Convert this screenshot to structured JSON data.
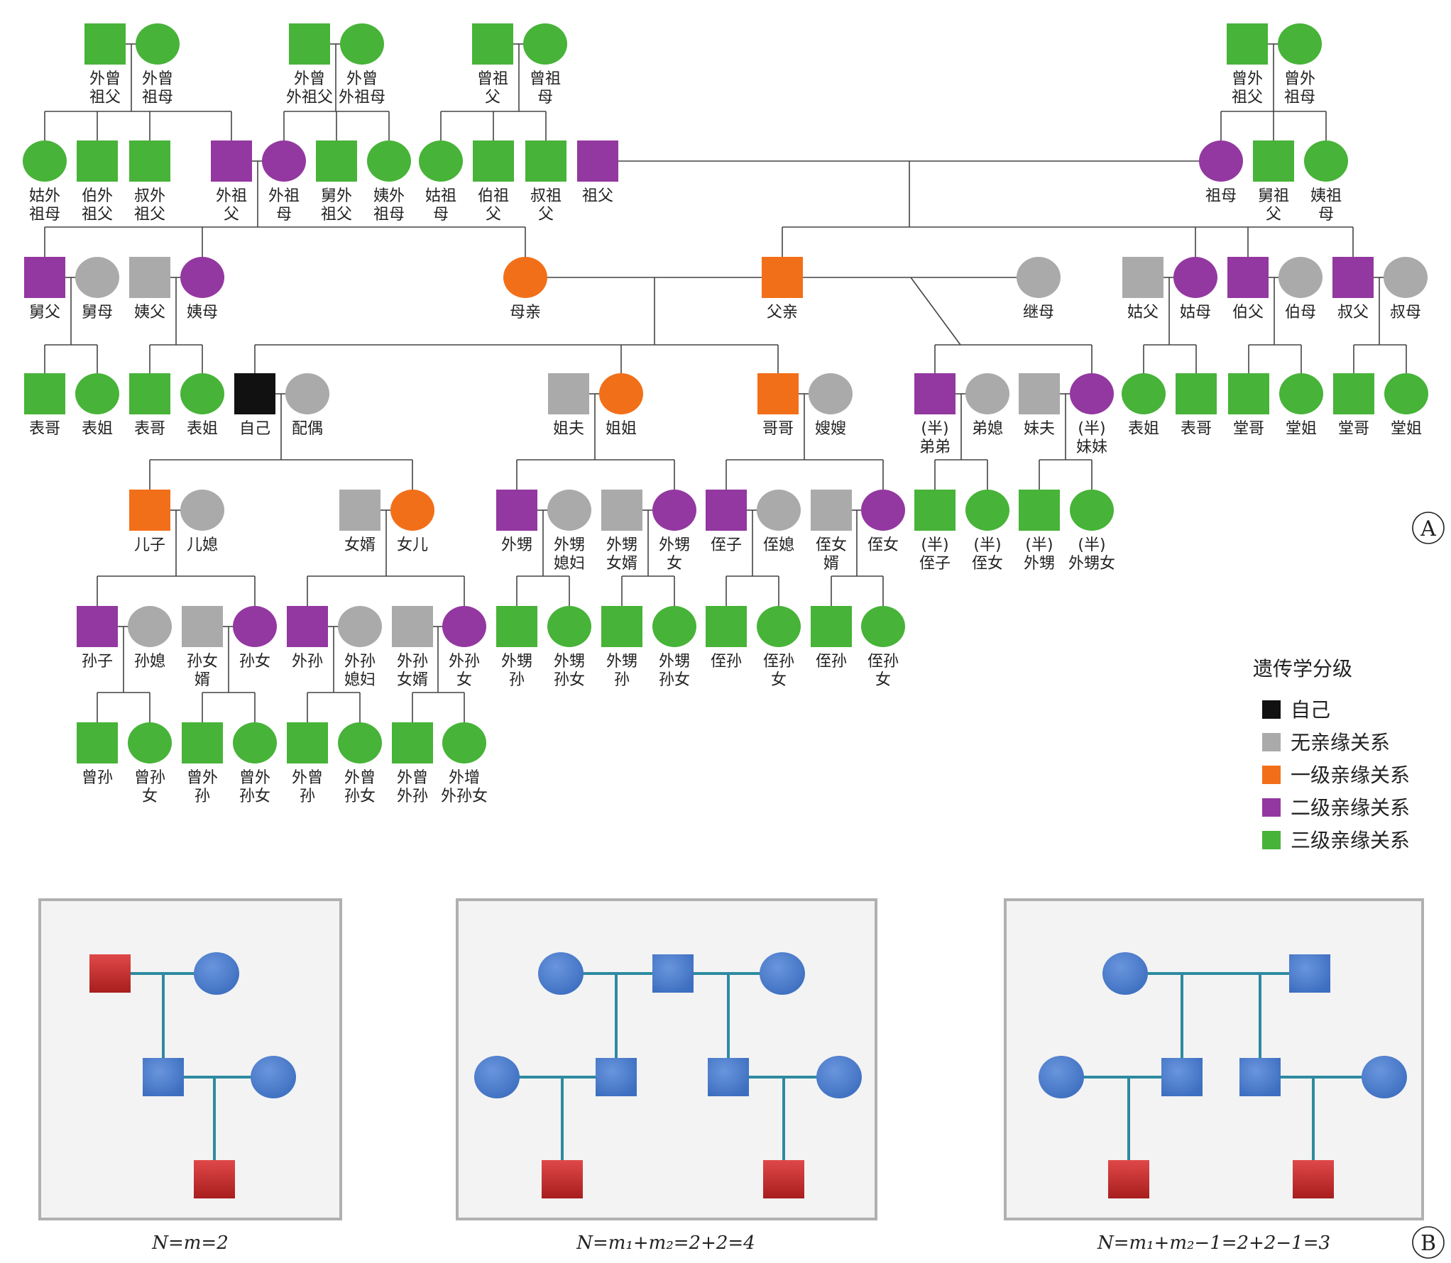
{
  "colors": {
    "self": "#111111",
    "unrelated": "#aaaaaa",
    "first": "#f26f19",
    "second": "#9338a0",
    "third": "#47b338",
    "blue": "#3d6fc0",
    "red": "#c92a2a",
    "teal": "#2d8aa0"
  },
  "panel_labels": {
    "a": "A",
    "b": "B"
  },
  "legend": {
    "title": "遗传学分级",
    "items": [
      {
        "key": "self",
        "label": "自己"
      },
      {
        "key": "unrelated",
        "label": "无亲缘关系"
      },
      {
        "key": "first",
        "label": "一级亲缘关系"
      },
      {
        "key": "second",
        "label": "二级亲缘关系"
      },
      {
        "key": "third",
        "label": "三级亲缘关系"
      }
    ]
  },
  "pedigree_nodes": [
    {
      "id": "wzzf",
      "shape": "square",
      "color": "third",
      "label": [
        "外曾",
        "祖父"
      ]
    },
    {
      "id": "wzzm",
      "shape": "circle",
      "color": "third",
      "label": [
        "外曾",
        "祖母"
      ]
    },
    {
      "id": "wzwzf",
      "shape": "square",
      "color": "third",
      "label": [
        "外曾",
        "外祖父"
      ]
    },
    {
      "id": "wzwzm",
      "shape": "circle",
      "color": "third",
      "label": [
        "外曾",
        "外祖母"
      ]
    },
    {
      "id": "zzf",
      "shape": "square",
      "color": "third",
      "label": [
        "曾祖",
        "父"
      ]
    },
    {
      "id": "zzm",
      "shape": "circle",
      "color": "third",
      "label": [
        "曾祖",
        "母"
      ]
    },
    {
      "id": "zwzf",
      "shape": "square",
      "color": "third",
      "label": [
        "曾外",
        "祖父"
      ]
    },
    {
      "id": "zwzm",
      "shape": "circle",
      "color": "third",
      "label": [
        "曾外",
        "祖母"
      ]
    },
    {
      "id": "gwzm",
      "shape": "circle",
      "color": "third",
      "label": [
        "姑外",
        "祖母"
      ]
    },
    {
      "id": "bwzf",
      "shape": "square",
      "color": "third",
      "label": [
        "伯外",
        "祖父"
      ]
    },
    {
      "id": "swzf",
      "shape": "square",
      "color": "third",
      "label": [
        "叔外",
        "祖父"
      ]
    },
    {
      "id": "wzf",
      "shape": "square",
      "color": "second",
      "label": [
        "外祖",
        "父"
      ]
    },
    {
      "id": "wzm",
      "shape": "circle",
      "color": "second",
      "label": [
        "外祖",
        "母"
      ]
    },
    {
      "id": "jwzf",
      "shape": "square",
      "color": "third",
      "label": [
        "舅外",
        "祖父"
      ]
    },
    {
      "id": "ywzm",
      "shape": "circle",
      "color": "third",
      "label": [
        "姨外",
        "祖母"
      ]
    },
    {
      "id": "gzm",
      "shape": "circle",
      "color": "third",
      "label": [
        "姑祖",
        "母"
      ]
    },
    {
      "id": "bzf",
      "shape": "square",
      "color": "third",
      "label": [
        "伯祖",
        "父"
      ]
    },
    {
      "id": "szf",
      "shape": "square",
      "color": "third",
      "label": [
        "叔祖",
        "父"
      ]
    },
    {
      "id": "zf",
      "shape": "square",
      "color": "second",
      "label": [
        "祖父"
      ]
    },
    {
      "id": "zm",
      "shape": "circle",
      "color": "second",
      "label": [
        "祖母"
      ]
    },
    {
      "id": "jzf",
      "shape": "square",
      "color": "third",
      "label": [
        "舅祖",
        "父"
      ]
    },
    {
      "id": "yzm",
      "shape": "circle",
      "color": "third",
      "label": [
        "姨祖",
        "母"
      ]
    },
    {
      "id": "jiufu",
      "shape": "square",
      "color": "second",
      "label": [
        "舅父"
      ]
    },
    {
      "id": "jiumu",
      "shape": "circle",
      "color": "unrelated",
      "label": [
        "舅母"
      ]
    },
    {
      "id": "yifu",
      "shape": "square",
      "color": "unrelated",
      "label": [
        "姨父"
      ]
    },
    {
      "id": "yimu",
      "shape": "circle",
      "color": "second",
      "label": [
        "姨母"
      ]
    },
    {
      "id": "muqin",
      "shape": "circle",
      "color": "first",
      "label": [
        "母亲"
      ]
    },
    {
      "id": "fuqin",
      "shape": "square",
      "color": "first",
      "label": [
        "父亲"
      ]
    },
    {
      "id": "jimu",
      "shape": "circle",
      "color": "unrelated",
      "label": [
        "继母"
      ]
    },
    {
      "id": "gufu",
      "shape": "square",
      "color": "unrelated",
      "label": [
        "姑父"
      ]
    },
    {
      "id": "gumu",
      "shape": "circle",
      "color": "second",
      "label": [
        "姑母"
      ]
    },
    {
      "id": "bofu",
      "shape": "square",
      "color": "second",
      "label": [
        "伯父"
      ]
    },
    {
      "id": "bomu",
      "shape": "circle",
      "color": "unrelated",
      "label": [
        "伯母"
      ]
    },
    {
      "id": "shufu",
      "shape": "square",
      "color": "second",
      "label": [
        "叔父"
      ]
    },
    {
      "id": "shumu",
      "shape": "circle",
      "color": "unrelated",
      "label": [
        "叔母"
      ]
    },
    {
      "id": "bg1",
      "shape": "square",
      "color": "third",
      "label": [
        "表哥"
      ]
    },
    {
      "id": "bj1",
      "shape": "circle",
      "color": "third",
      "label": [
        "表姐"
      ]
    },
    {
      "id": "bg2",
      "shape": "square",
      "color": "third",
      "label": [
        "表哥"
      ]
    },
    {
      "id": "bj2",
      "shape": "circle",
      "color": "third",
      "label": [
        "表姐"
      ]
    },
    {
      "id": "ziji",
      "shape": "square",
      "color": "self",
      "label": [
        "自己"
      ]
    },
    {
      "id": "peiou",
      "shape": "circle",
      "color": "unrelated",
      "label": [
        "配偶"
      ]
    },
    {
      "id": "jiefu",
      "shape": "square",
      "color": "unrelated",
      "label": [
        "姐夫"
      ]
    },
    {
      "id": "jiejie",
      "shape": "circle",
      "color": "first",
      "label": [
        "姐姐"
      ]
    },
    {
      "id": "gege",
      "shape": "square",
      "color": "first",
      "label": [
        "哥哥"
      ]
    },
    {
      "id": "saosao",
      "shape": "circle",
      "color": "unrelated",
      "label": [
        "嫂嫂"
      ]
    },
    {
      "id": "didi",
      "shape": "square",
      "color": "second",
      "label": [
        "(半)",
        "弟弟"
      ]
    },
    {
      "id": "dixi",
      "shape": "circle",
      "color": "unrelated",
      "label": [
        "弟媳"
      ]
    },
    {
      "id": "meifu",
      "shape": "square",
      "color": "unrelated",
      "label": [
        "妹夫"
      ]
    },
    {
      "id": "meimei",
      "shape": "circle",
      "color": "second",
      "label": [
        "(半)",
        "妹妹"
      ]
    },
    {
      "id": "bj3",
      "shape": "circle",
      "color": "third",
      "label": [
        "表姐"
      ]
    },
    {
      "id": "bg3",
      "shape": "square",
      "color": "third",
      "label": [
        "表哥"
      ]
    },
    {
      "id": "tg1",
      "shape": "square",
      "color": "third",
      "label": [
        "堂哥"
      ]
    },
    {
      "id": "tj1",
      "shape": "circle",
      "color": "third",
      "label": [
        "堂姐"
      ]
    },
    {
      "id": "tg2",
      "shape": "square",
      "color": "third",
      "label": [
        "堂哥"
      ]
    },
    {
      "id": "tj2",
      "shape": "circle",
      "color": "third",
      "label": [
        "堂姐"
      ]
    },
    {
      "id": "erzi",
      "shape": "square",
      "color": "first",
      "label": [
        "儿子"
      ]
    },
    {
      "id": "erxi",
      "shape": "circle",
      "color": "unrelated",
      "label": [
        "儿媳"
      ]
    },
    {
      "id": "nvxu",
      "shape": "square",
      "color": "unrelated",
      "label": [
        "女婿"
      ]
    },
    {
      "id": "nver",
      "shape": "circle",
      "color": "first",
      "label": [
        "女儿"
      ]
    },
    {
      "id": "wsh",
      "shape": "square",
      "color": "second",
      "label": [
        "外甥"
      ]
    },
    {
      "id": "wshxf",
      "shape": "circle",
      "color": "unrelated",
      "label": [
        "外甥",
        "媳妇"
      ]
    },
    {
      "id": "wshnx",
      "shape": "square",
      "color": "unrelated",
      "label": [
        "外甥",
        "女婿"
      ]
    },
    {
      "id": "wshn",
      "shape": "circle",
      "color": "second",
      "label": [
        "外甥",
        "女"
      ]
    },
    {
      "id": "zhizi",
      "shape": "square",
      "color": "second",
      "label": [
        "侄子"
      ]
    },
    {
      "id": "zhixi",
      "shape": "circle",
      "color": "unrelated",
      "label": [
        "侄媳"
      ]
    },
    {
      "id": "zhinx",
      "shape": "square",
      "color": "unrelated",
      "label": [
        "侄女",
        "婿"
      ]
    },
    {
      "id": "zhinv",
      "shape": "circle",
      "color": "second",
      "label": [
        "侄女"
      ]
    },
    {
      "id": "bzz",
      "shape": "square",
      "color": "third",
      "label": [
        "(半)",
        "侄子"
      ]
    },
    {
      "id": "bzn",
      "shape": "circle",
      "color": "third",
      "label": [
        "(半)",
        "侄女"
      ]
    },
    {
      "id": "bws",
      "shape": "square",
      "color": "third",
      "label": [
        "(半)",
        "外甥"
      ]
    },
    {
      "id": "bwsn",
      "shape": "circle",
      "color": "third",
      "label": [
        "(半)",
        "外甥女"
      ]
    },
    {
      "id": "sunzi",
      "shape": "square",
      "color": "second",
      "label": [
        "孙子"
      ]
    },
    {
      "id": "sunxi",
      "shape": "circle",
      "color": "unrelated",
      "label": [
        "孙媳"
      ]
    },
    {
      "id": "sunnx",
      "shape": "square",
      "color": "unrelated",
      "label": [
        "孙女",
        "婿"
      ]
    },
    {
      "id": "sunnv",
      "shape": "circle",
      "color": "second",
      "label": [
        "孙女"
      ]
    },
    {
      "id": "waisun",
      "shape": "square",
      "color": "second",
      "label": [
        "外孙"
      ]
    },
    {
      "id": "wsxf",
      "shape": "circle",
      "color": "unrelated",
      "label": [
        "外孙",
        "媳妇"
      ]
    },
    {
      "id": "wsnx",
      "shape": "square",
      "color": "unrelated",
      "label": [
        "外孙",
        "女婿"
      ]
    },
    {
      "id": "wsn",
      "shape": "circle",
      "color": "second",
      "label": [
        "外孙",
        "女"
      ]
    },
    {
      "id": "wss",
      "shape": "square",
      "color": "third",
      "label": [
        "外甥",
        "孙"
      ]
    },
    {
      "id": "wssn",
      "shape": "circle",
      "color": "third",
      "label": [
        "外甥",
        "孙女"
      ]
    },
    {
      "id": "wss2",
      "shape": "square",
      "color": "third",
      "label": [
        "外甥",
        "孙"
      ]
    },
    {
      "id": "wssn2",
      "shape": "circle",
      "color": "third",
      "label": [
        "外甥",
        "孙女"
      ]
    },
    {
      "id": "zs1",
      "shape": "square",
      "color": "third",
      "label": [
        "侄孙"
      ]
    },
    {
      "id": "zsn1",
      "shape": "circle",
      "color": "third",
      "label": [
        "侄孙",
        "女"
      ]
    },
    {
      "id": "zs2",
      "shape": "square",
      "color": "third",
      "label": [
        "侄孙"
      ]
    },
    {
      "id": "zsn2",
      "shape": "circle",
      "color": "third",
      "label": [
        "侄孙",
        "女"
      ]
    },
    {
      "id": "zengsun",
      "shape": "square",
      "color": "third",
      "label": [
        "曾孙"
      ]
    },
    {
      "id": "zengsunn",
      "shape": "circle",
      "color": "third",
      "label": [
        "曾孙",
        "女"
      ]
    },
    {
      "id": "zws",
      "shape": "square",
      "color": "third",
      "label": [
        "曾外",
        "孙"
      ]
    },
    {
      "id": "zwsn",
      "shape": "circle",
      "color": "third",
      "label": [
        "曾外",
        "孙女"
      ]
    },
    {
      "id": "wzs",
      "shape": "square",
      "color": "third",
      "label": [
        "外曾",
        "孙"
      ]
    },
    {
      "id": "wzsn",
      "shape": "circle",
      "color": "third",
      "label": [
        "外曾",
        "孙女"
      ]
    },
    {
      "id": "wzws",
      "shape": "square",
      "color": "third",
      "label": [
        "外曾",
        "外孙"
      ]
    },
    {
      "id": "wzwsn",
      "shape": "circle",
      "color": "third",
      "label": [
        "外增",
        "外孙女"
      ]
    }
  ],
  "formulas": [
    {
      "text": "N=m=2"
    },
    {
      "text": "N=m₁+m₂=2+2=4"
    },
    {
      "text": "N=m₁+m₂−1=2+2−1=3"
    }
  ]
}
